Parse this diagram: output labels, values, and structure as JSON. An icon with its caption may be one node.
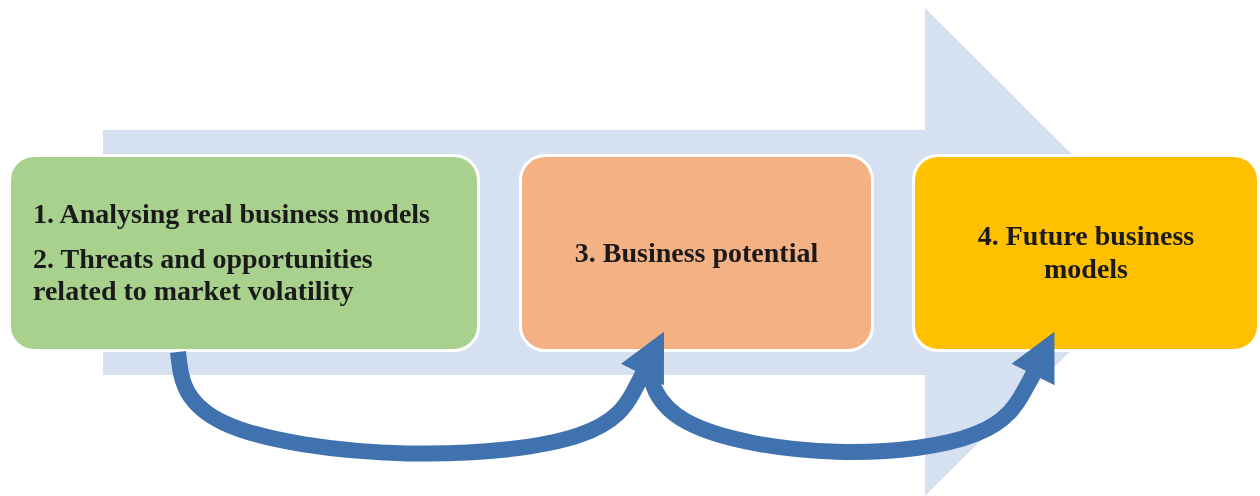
{
  "diagram": {
    "nodes": [
      {
        "text": [
          "1. Analysing real business models",
          "2. Threats and opportunities related to market volatility"
        ]
      },
      {
        "text": [
          "3. Business potential"
        ]
      },
      {
        "text": [
          "4. Future business models"
        ]
      }
    ],
    "edges": [
      {
        "from": 0,
        "to": 2,
        "arrow": "to",
        "style": "thick",
        "color": "#d5e0f0"
      },
      {
        "from": 0,
        "to": 1,
        "arrow": "to"
      },
      {
        "from": 1,
        "to": 2,
        "arrow": "to"
      }
    ]
  }
}
